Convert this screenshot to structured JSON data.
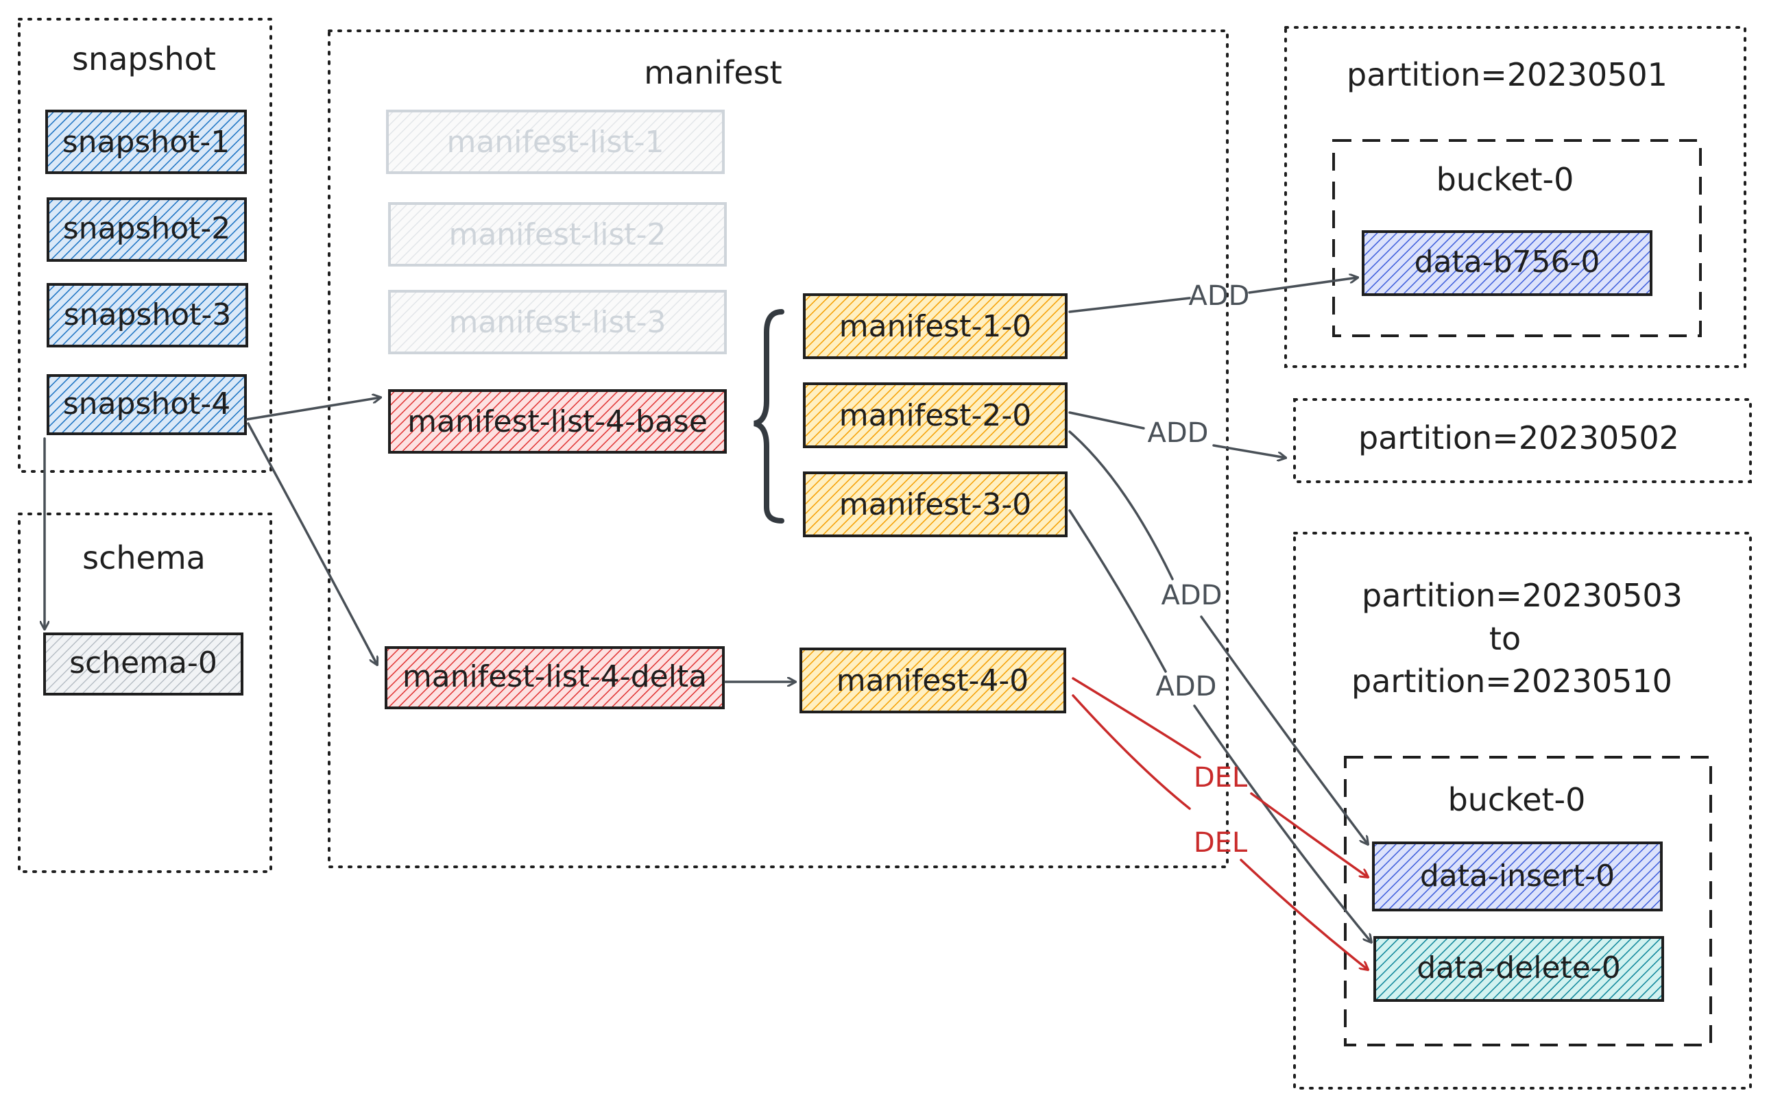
{
  "groups": {
    "snapshot": "snapshot",
    "schema": "schema",
    "manifest": "manifest",
    "partition_1": "partition=20230501",
    "partition_2": "partition=20230502",
    "partition_3_line1": "partition=20230503",
    "partition_3_line2": "to",
    "partition_3_line3": "partition=20230510",
    "bucket_a": "bucket-0",
    "bucket_b": "bucket-0"
  },
  "nodes": {
    "snapshot_1": "snapshot-1",
    "snapshot_2": "snapshot-2",
    "snapshot_3": "snapshot-3",
    "snapshot_4": "snapshot-4",
    "schema_0": "schema-0",
    "manifest_list_1": "manifest-list-1",
    "manifest_list_2": "manifest-list-2",
    "manifest_list_3": "manifest-list-3",
    "manifest_list_4_base": "manifest-list-4-base",
    "manifest_list_4_delta": "manifest-list-4-delta",
    "manifest_1_0": "manifest-1-0",
    "manifest_2_0": "manifest-2-0",
    "manifest_3_0": "manifest-3-0",
    "manifest_4_0": "manifest-4-0",
    "data_b756_0": "data-b756-0",
    "data_insert_0": "data-insert-0",
    "data_delete_0": "data-delete-0"
  },
  "edge_labels": {
    "add_1": "ADD",
    "add_2": "ADD",
    "add_3": "ADD",
    "add_4": "ADD",
    "del_1": "DEL",
    "del_2": "DEL"
  },
  "colors": {
    "snapshot": "#1971c2",
    "schema": "#868e96",
    "faded": "#ced4da",
    "manifest_list": "#e03131",
    "manifest": "#f08c00",
    "data_blue": "#3b5bdb",
    "data_teal": "#0c8599",
    "arrow": "#495057",
    "arrow_del": "#c92a2a"
  }
}
